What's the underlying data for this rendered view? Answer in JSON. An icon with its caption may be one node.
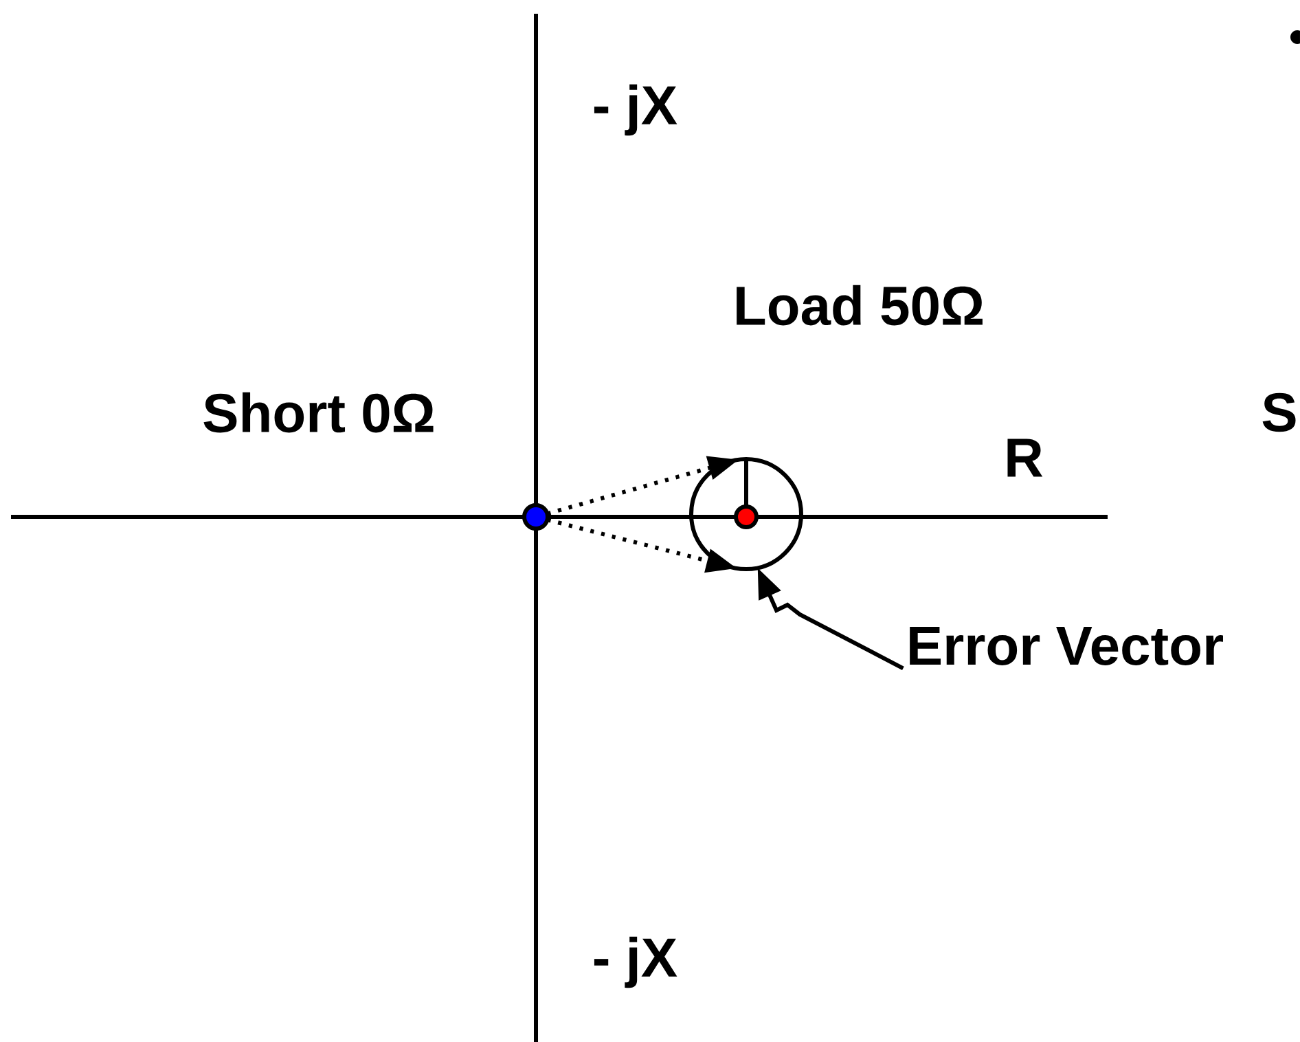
{
  "diagram": {
    "nodes": [
      {
        "text": [],
        "shape": "circle"
      },
      {
        "text": [],
        "shape": "circle",
        "in": 2
      },
      {
        "text": [],
        "shape": "circle"
      },
      {
        "text": [
          "Error Vector"
        ]
      }
    ],
    "edges": [
      {
        "from": 0,
        "to": 2,
        "arrow": "to",
        "style": "dashed"
      },
      {
        "from": 0,
        "to": 2,
        "arrow": "to",
        "style": "dashed"
      },
      {
        "from": 1,
        "to": 2,
        "arrow": "none"
      },
      {
        "from": 3,
        "to": 2,
        "arrow": "to"
      }
    ],
    "labels": [
      "- jX",
      "Load 50Ω",
      "Short 0Ω",
      "R",
      "S",
      "- jX"
    ]
  }
}
